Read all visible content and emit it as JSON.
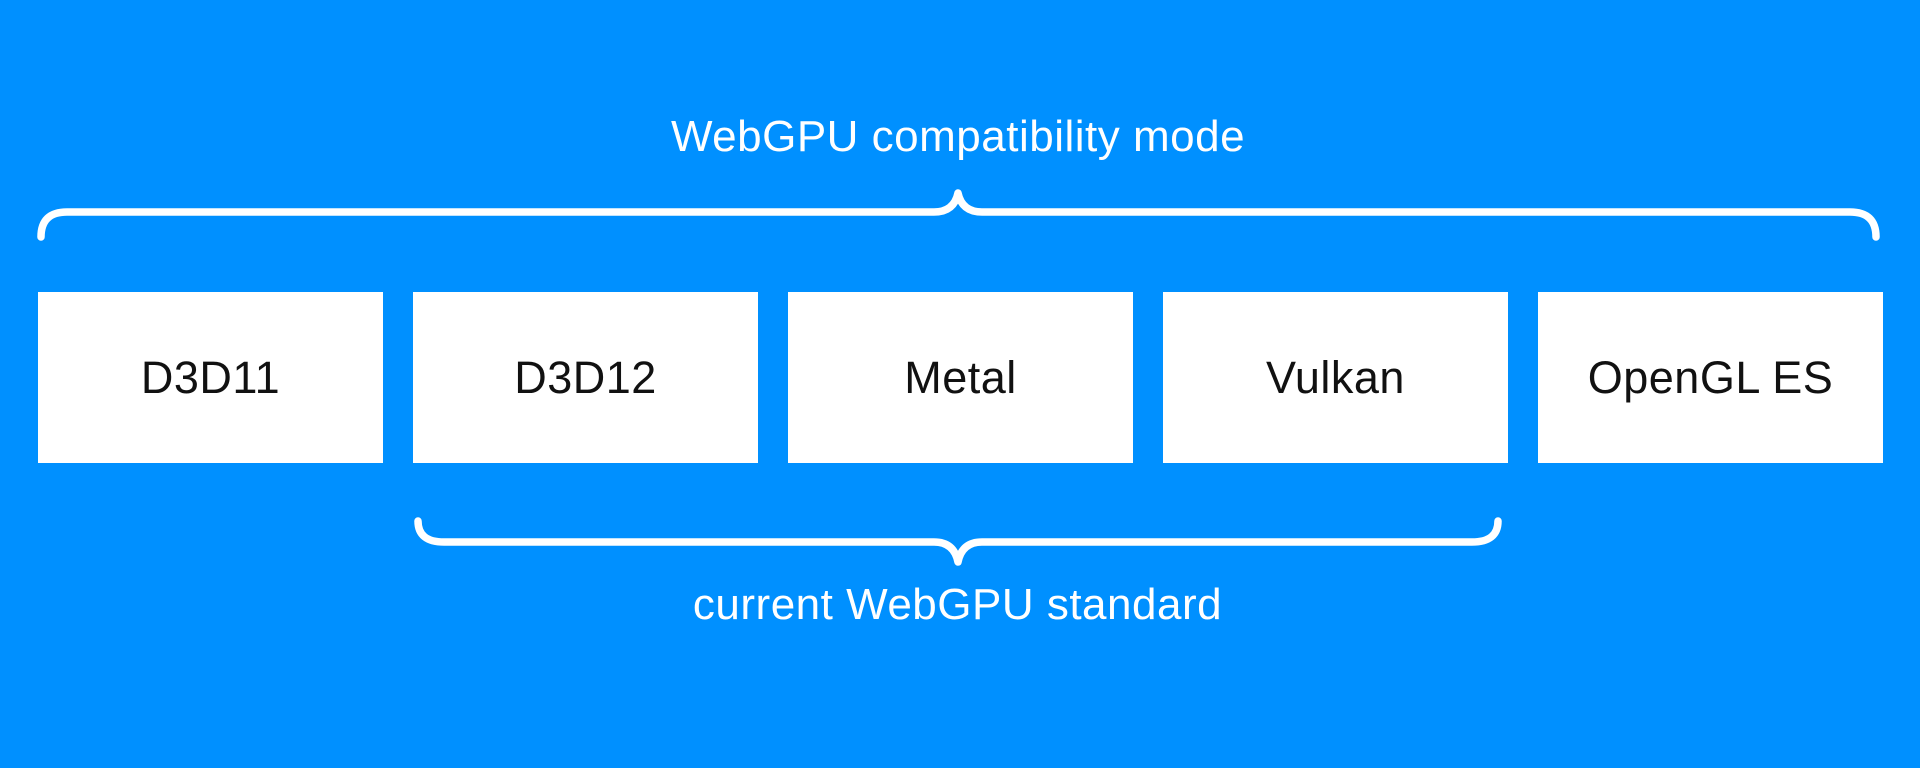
{
  "colors": {
    "background": "#0090ff",
    "box_bg": "#ffffff",
    "box_text": "#111111",
    "label_text": "#ffffff",
    "brace": "#ffffff"
  },
  "labels": {
    "top": "WebGPU compatibility mode",
    "bottom": "current WebGPU standard"
  },
  "boxes": [
    {
      "label": "D3D11"
    },
    {
      "label": "D3D12"
    },
    {
      "label": "Metal"
    },
    {
      "label": "Vulkan"
    },
    {
      "label": "OpenGL ES"
    }
  ]
}
